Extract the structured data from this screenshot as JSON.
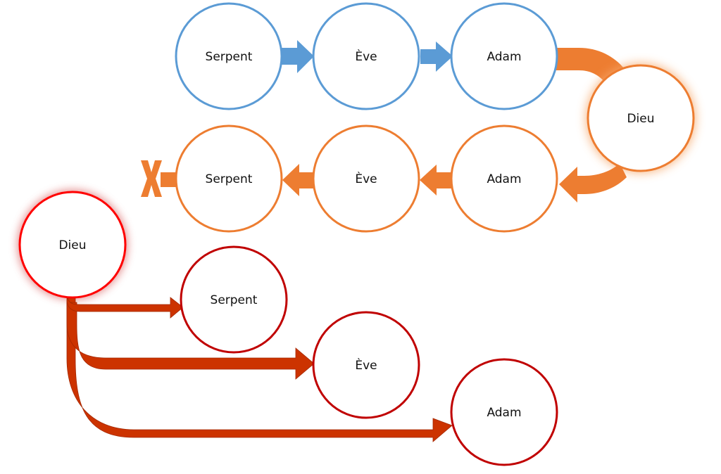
{
  "colors": {
    "blue": "#5B9BD5",
    "orange": "#ED7D31",
    "red_bright": "#FF0000",
    "red_dark": "#C00000",
    "arrow_red": "#CC3300",
    "text": "#111111"
  },
  "rows": {
    "row1": {
      "color": "blue",
      "nodes": [
        {
          "id": "r1-serpent",
          "label": "Serpent"
        },
        {
          "id": "r1-eve",
          "label": "Ève"
        },
        {
          "id": "r1-adam",
          "label": "Adam"
        }
      ]
    },
    "dieu_orange": {
      "id": "dieu-orange",
      "label": "Dieu"
    },
    "row2": {
      "color": "orange",
      "nodes": [
        {
          "id": "r2-serpent",
          "label": "Serpent"
        },
        {
          "id": "r2-eve",
          "label": "Ève"
        },
        {
          "id": "r2-adam",
          "label": "Adam"
        }
      ]
    },
    "dieu_red": {
      "id": "dieu-red",
      "label": "Dieu"
    },
    "row3": {
      "color": "red_dark",
      "nodes": [
        {
          "id": "r3-serpent",
          "label": "Serpent"
        },
        {
          "id": "r3-eve",
          "label": "Ève"
        },
        {
          "id": "r3-adam",
          "label": "Adam"
        }
      ]
    }
  },
  "edges": [
    {
      "from": "r1-serpent",
      "to": "r1-eve"
    },
    {
      "from": "r1-eve",
      "to": "r1-adam"
    },
    {
      "from": "r1-adam",
      "to": "dieu-orange"
    },
    {
      "from": "dieu-orange",
      "to": "r2-adam"
    },
    {
      "from": "r2-adam",
      "to": "r2-eve"
    },
    {
      "from": "r2-eve",
      "to": "r2-serpent"
    },
    {
      "from": "r2-serpent",
      "to": "blocked",
      "marker": "X"
    },
    {
      "from": "dieu-red",
      "to": "r3-serpent"
    },
    {
      "from": "dieu-red",
      "to": "r3-eve"
    },
    {
      "from": "dieu-red",
      "to": "r3-adam"
    }
  ],
  "block_marker": "X"
}
